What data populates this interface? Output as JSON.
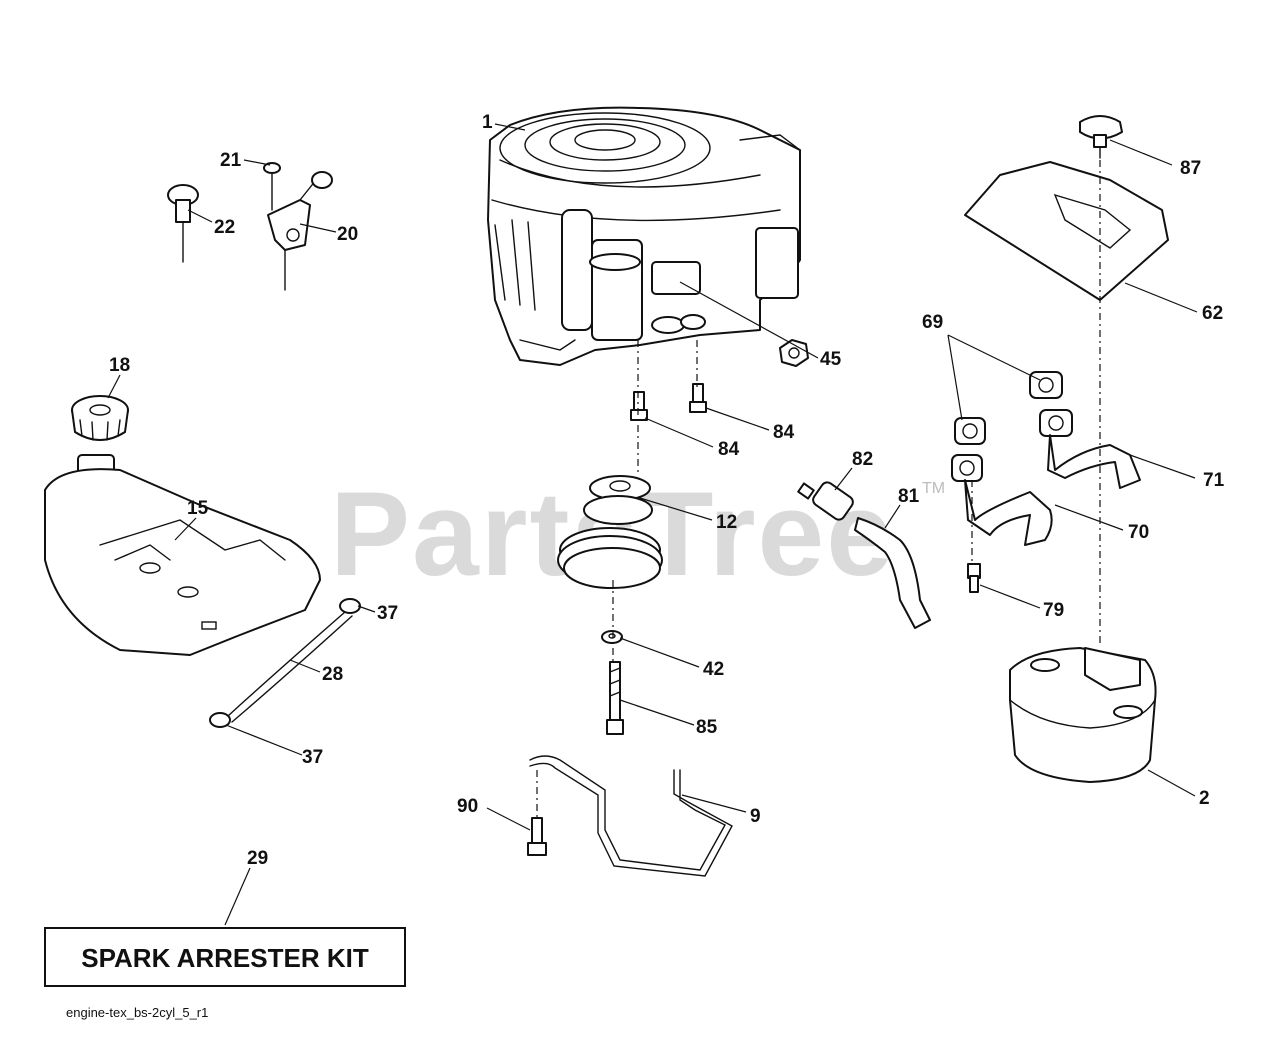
{
  "watermark": {
    "text": "PartsTree",
    "tm": "TM"
  },
  "kit_label": "SPARK ARRESTER KIT",
  "footer_code": "engine-tex_bs-2cyl_5_r1",
  "callouts": {
    "c1": "1",
    "c2": "2",
    "c9": "9",
    "c12": "12",
    "c15": "15",
    "c18": "18",
    "c20": "20",
    "c21": "21",
    "c22": "22",
    "c28": "28",
    "c29": "29",
    "c37a": "37",
    "c37b": "37",
    "c42": "42",
    "c45": "45",
    "c62": "62",
    "c69": "69",
    "c70": "70",
    "c71": "71",
    "c79": "79",
    "c81": "81",
    "c82": "82",
    "c84a": "84",
    "c84b": "84",
    "c85": "85",
    "c87": "87",
    "c90": "90"
  }
}
